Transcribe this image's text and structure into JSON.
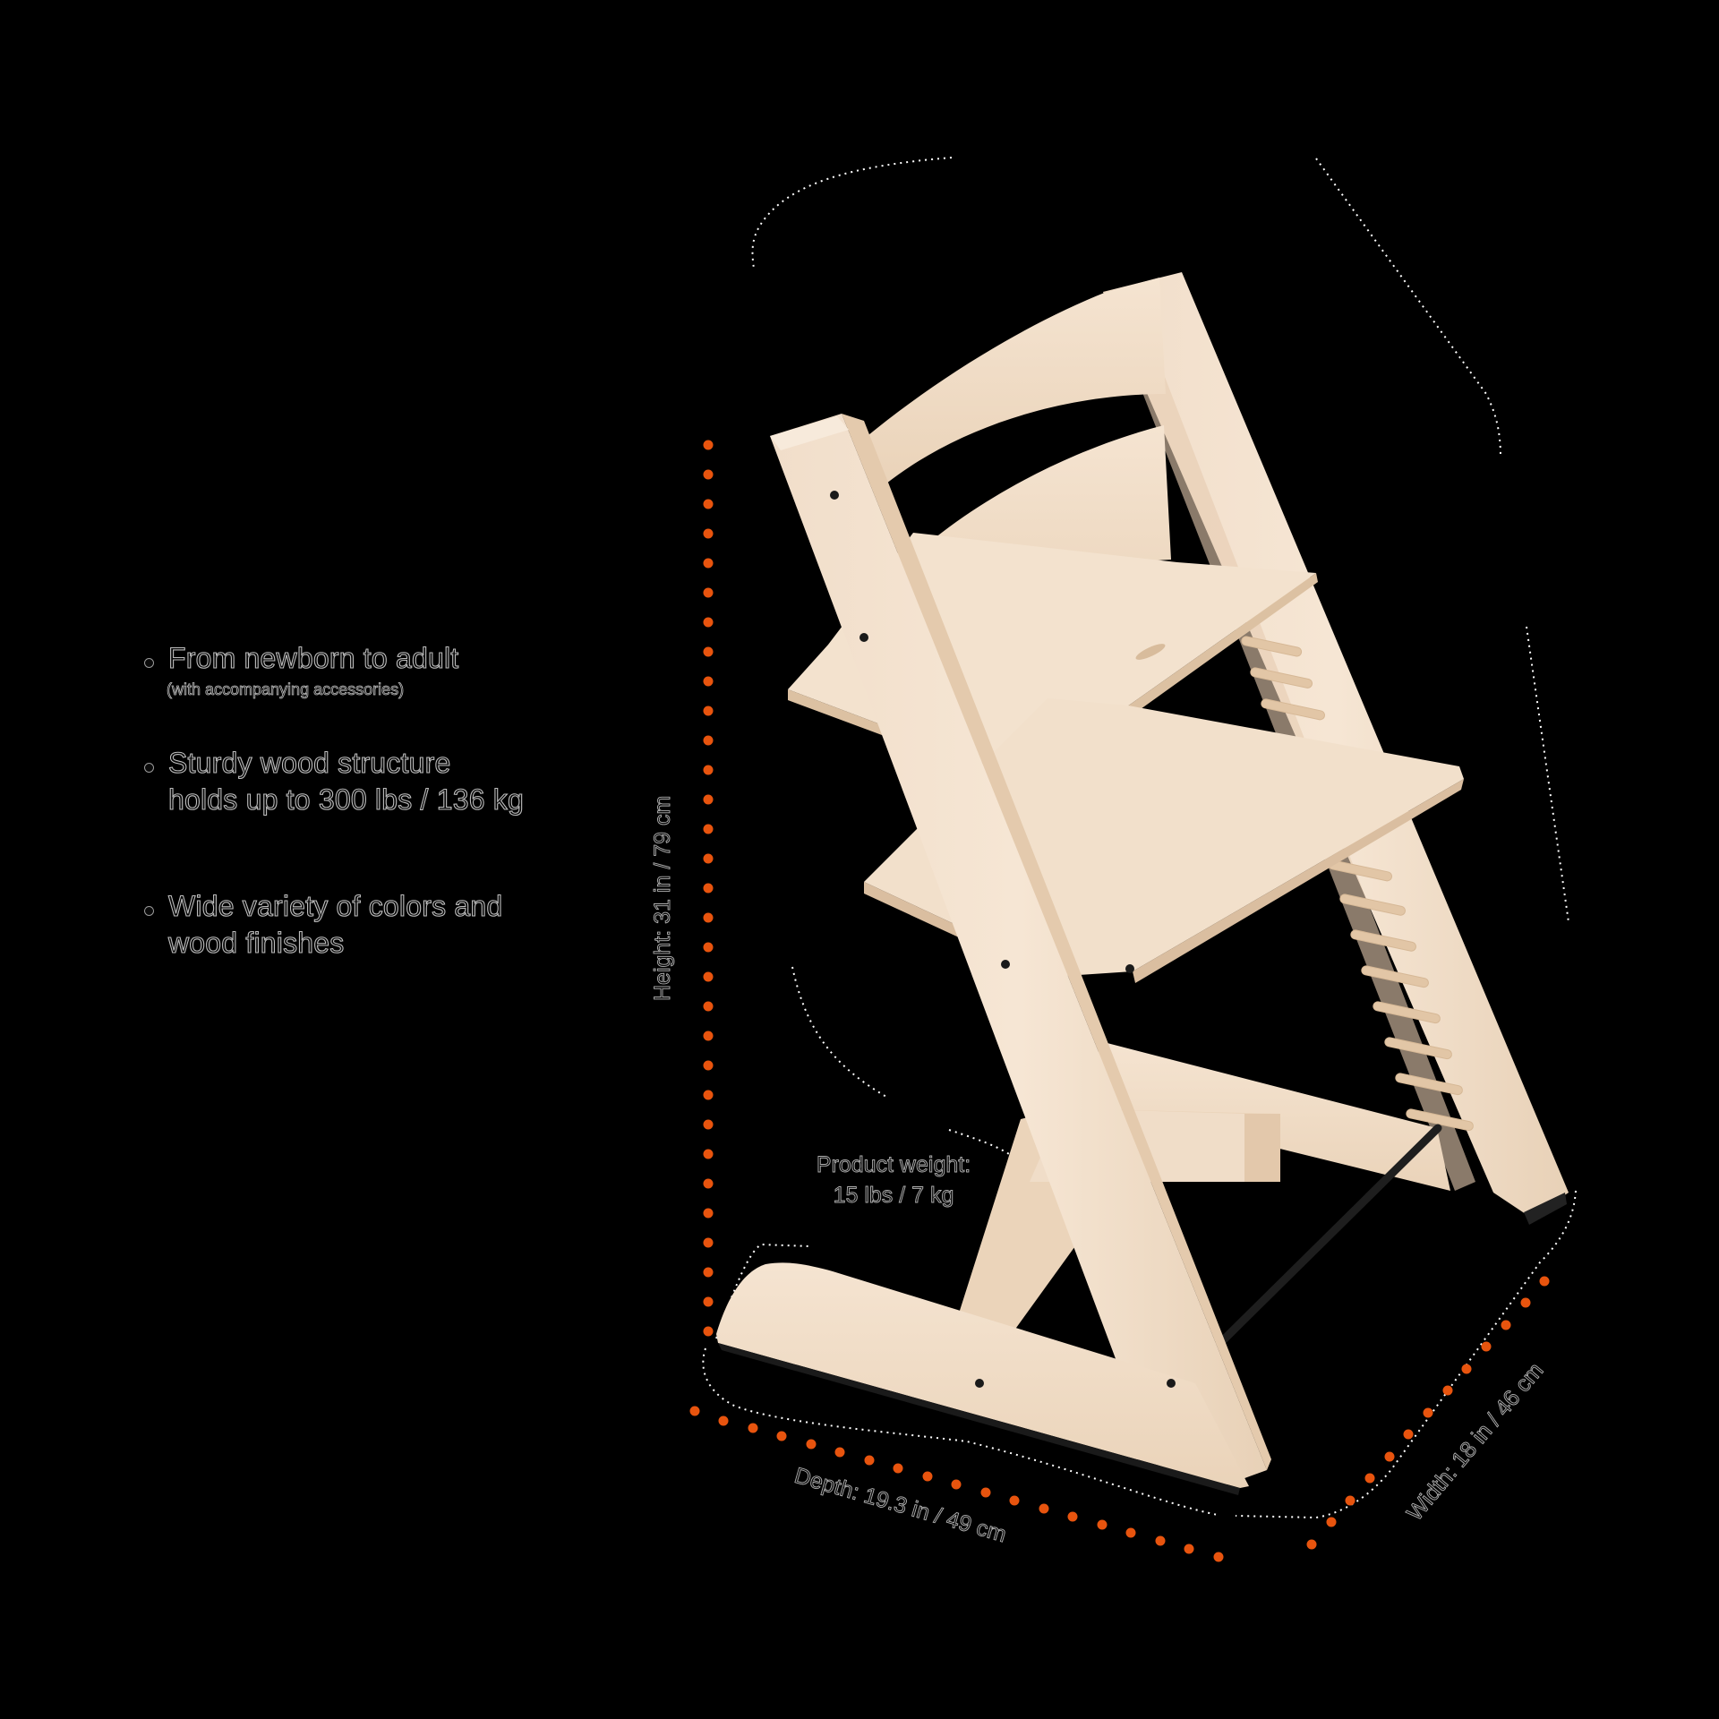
{
  "features": [
    {
      "title": "From newborn to adult",
      "note": "(with accompanying accessories)"
    },
    {
      "title_line1": "Sturdy wood structure",
      "title_line2": "holds up to 300 lbs / 136 kg"
    },
    {
      "title_line1": "Wide variety of colors and",
      "title_line2": "wood finishes"
    }
  ],
  "dimensions": {
    "height": "Height: 31 in / 79 cm",
    "depth": "Depth: 19.3 in / 49 cm",
    "width": "Width: 18 in / 46 cm"
  },
  "weight": {
    "line1": "Product weight:",
    "line2": "15 lbs / 7 kg"
  },
  "colors": {
    "background": "#000000",
    "dimension_dots": "#E8540E",
    "wood_light": "#F3E1CC",
    "wood_mid": "#E9D2B8",
    "wood_shadow": "#D9BFA2",
    "footrest_bar": "#1E1E1E"
  }
}
